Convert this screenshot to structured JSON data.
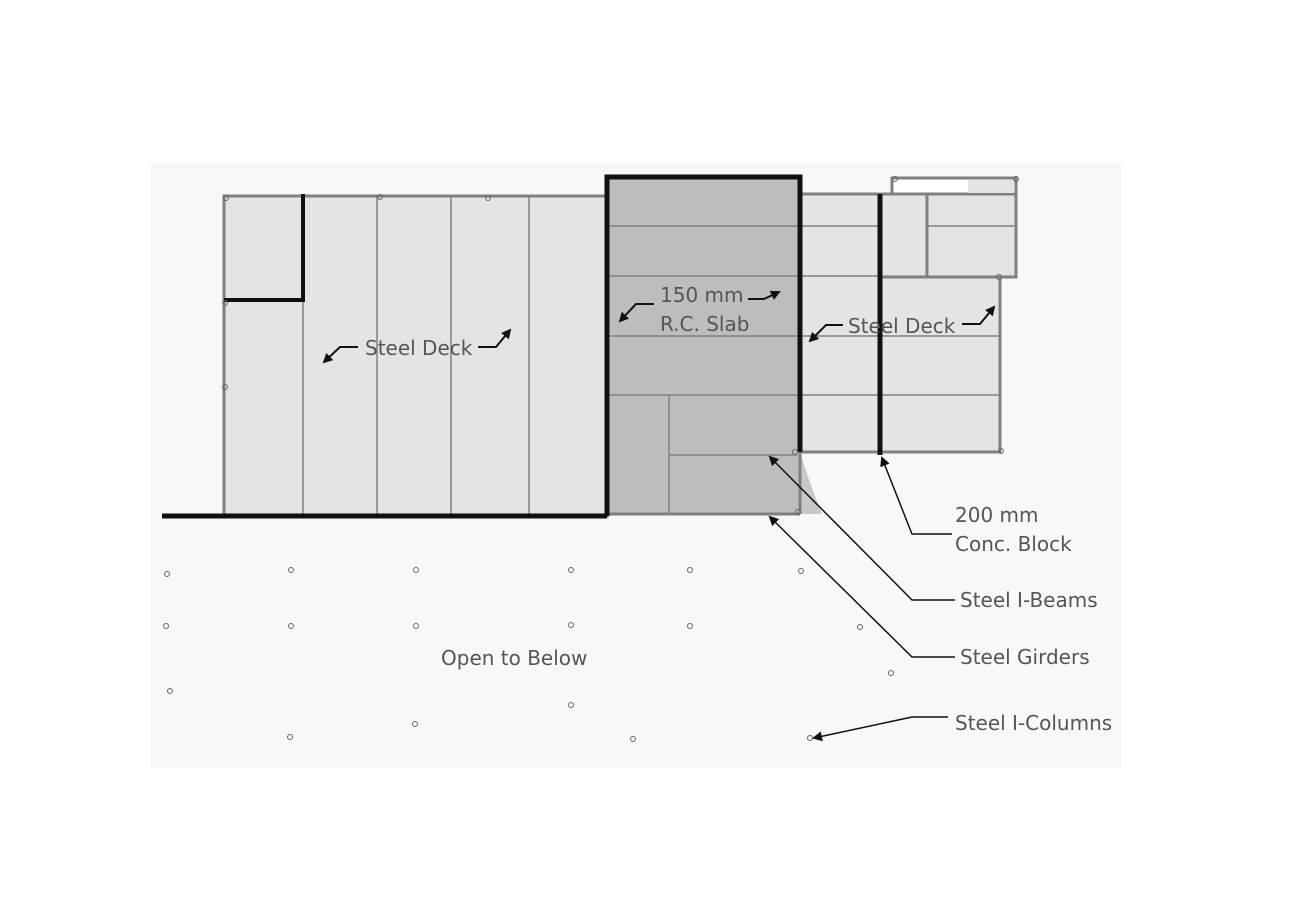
{
  "labels": {
    "steel_deck_left": "Steel Deck",
    "slab_line1": "150 mm",
    "slab_line2": "R.C. Slab",
    "steel_deck_right": "Steel Deck",
    "block_line1": "200 mm",
    "block_line2": "Conc. Block",
    "steel_i_beams": "Steel I-Beams",
    "steel_girders": "Steel Girders",
    "steel_i_columns": "Steel I-Columns",
    "open_to_below": "Open to Below"
  },
  "colors": {
    "deck": "#e4e4e4",
    "slab": "#bdbdbd",
    "beam": "#808080",
    "wall": "#111111",
    "text": "#555555"
  }
}
